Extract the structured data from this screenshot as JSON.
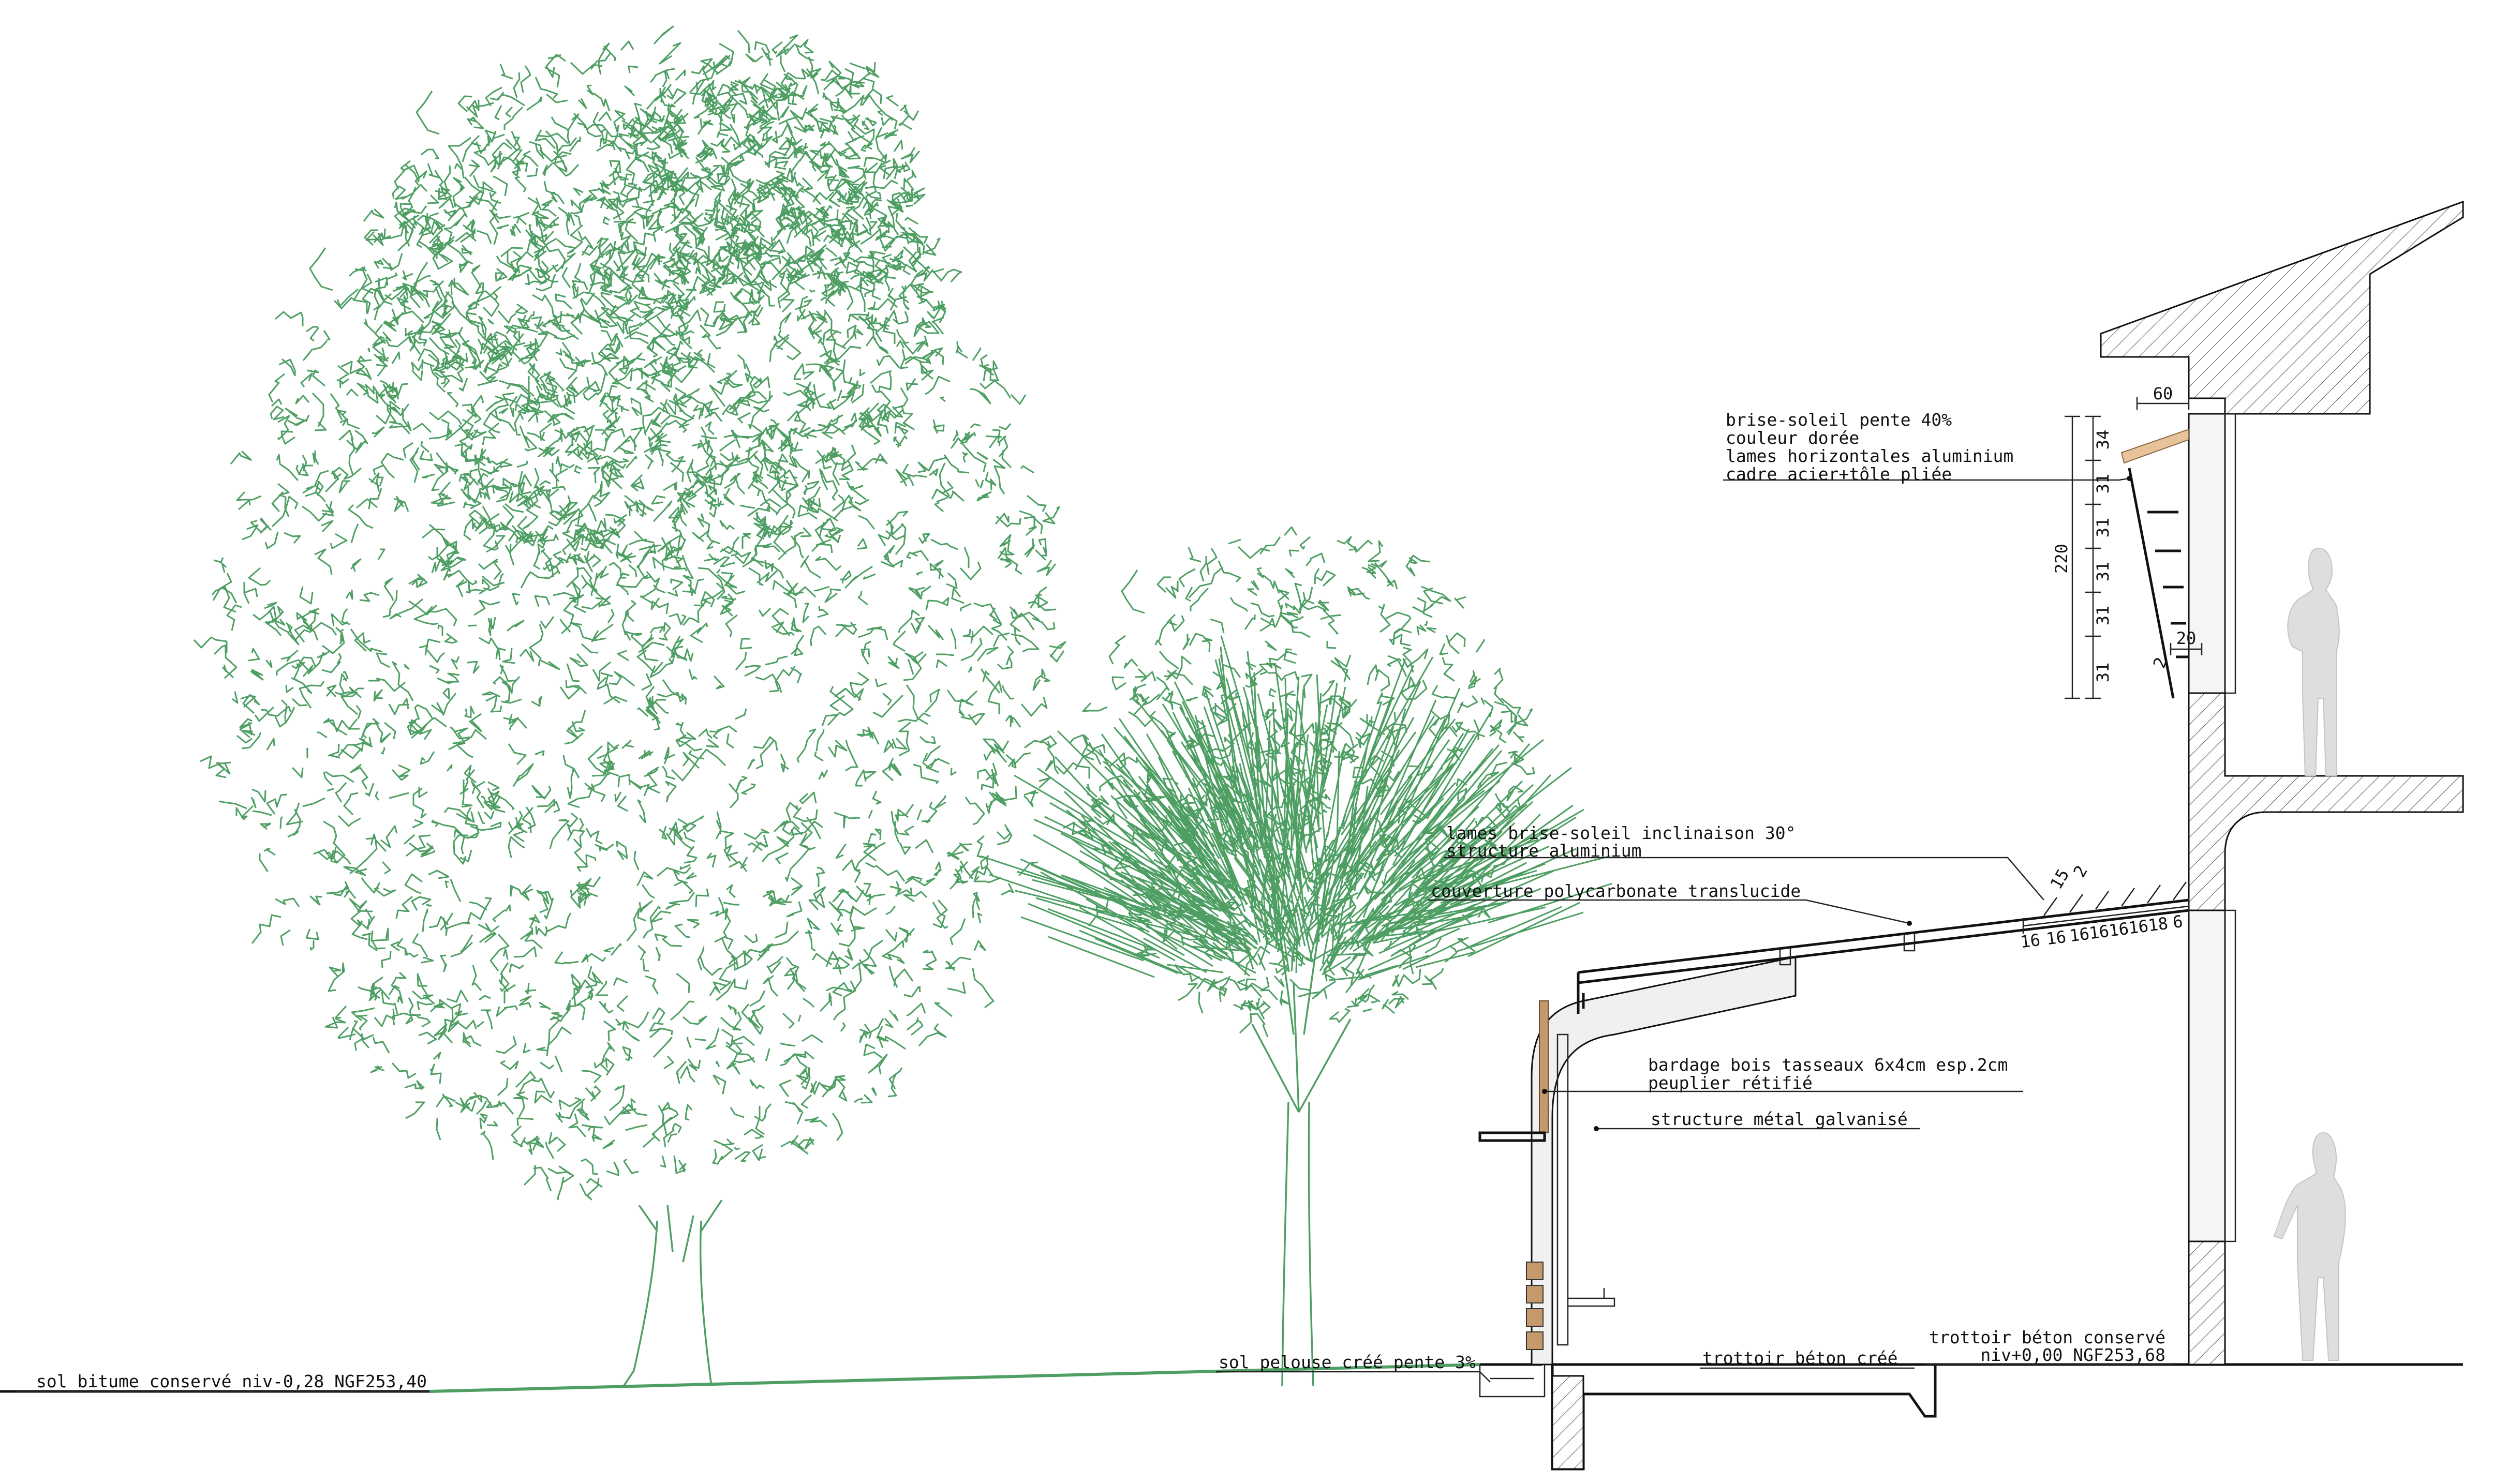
{
  "colors": {
    "vegetation": "#4f9f64",
    "ground_lawn": "#4f9f64",
    "lines": "#111111",
    "timber": "#c49a6c",
    "walls": "#f0f0f0",
    "people": "#dedede"
  },
  "annotations": {
    "brise_soleil_upper": [
      "brise-soleil pente 40%",
      "couleur dorée",
      "lames horizontales aluminium",
      "cadre acier+tôle pliée"
    ],
    "lames_inclinaison": [
      "lames brise-soleil inclinaison 30°",
      "structure aluminium"
    ],
    "couverture": "couverture polycarbonate translucide",
    "bardage": [
      "bardage bois tasseaux 6x4cm esp.2cm",
      "peuplier rétifié"
    ],
    "structure_metal": "structure métal galvanisé",
    "sol_bitume": "sol bitume conservé niv-0,28 NGF253,40",
    "sol_pelouse": "sol pelouse créé pente 3%",
    "trottoir_cree": "trottoir béton créé",
    "trottoir_conserve": [
      "trottoir béton conservé",
      "niv+0,00 NGF253,68"
    ]
  },
  "dimensions": {
    "overhang": "60",
    "vertical_stack": [
      "34",
      "31",
      "31",
      "31",
      "31",
      "31"
    ],
    "total_height": "220",
    "blade_depth": "20",
    "blade_thickness": "2",
    "roof_top": [
      "15",
      "2"
    ],
    "roof_spacing": [
      "16",
      "16",
      "16",
      "16",
      "16",
      "16",
      "18",
      "6"
    ]
  }
}
